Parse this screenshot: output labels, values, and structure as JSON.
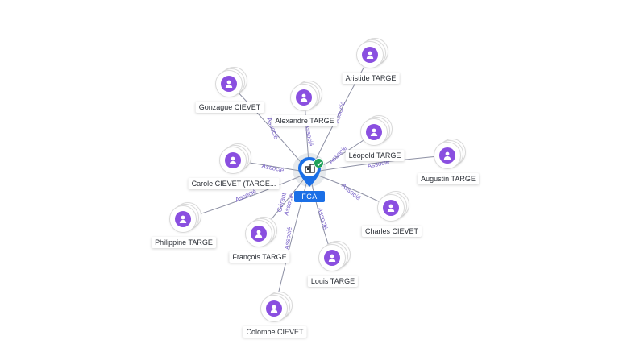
{
  "company": {
    "name": "FCA",
    "icon": "building-icon",
    "verified_icon": "check-icon"
  },
  "colors": {
    "person": "#8a4fe0",
    "company": "#1b6fe6",
    "edge": "#8c8fa3",
    "edge_label": "#7a63c9",
    "verified": "#1fa05a"
  },
  "people": [
    {
      "name": "Gonzague CIEVET",
      "relation": "Associé"
    },
    {
      "name": "Alexandre TARGE",
      "relation": "Associé"
    },
    {
      "name": "Aristide TARGE",
      "relation": "Associé"
    },
    {
      "name": "Léopold TARGE",
      "relation": "Associé"
    },
    {
      "name": "Augustin TARGE",
      "relation": "Associé"
    },
    {
      "name": "Carole CIEVET (TARGE...",
      "relation": "Associé"
    },
    {
      "name": "Charles CIEVET",
      "relation": "Associé"
    },
    {
      "name": "Philippine TARGE",
      "relation": "Associé"
    },
    {
      "name": "François TARGE",
      "relation": "Gérant\nAssocié"
    },
    {
      "name": "Louis TARGE",
      "relation": "Associé"
    },
    {
      "name": "Colombe CIEVET",
      "relation": "Associé"
    }
  ]
}
